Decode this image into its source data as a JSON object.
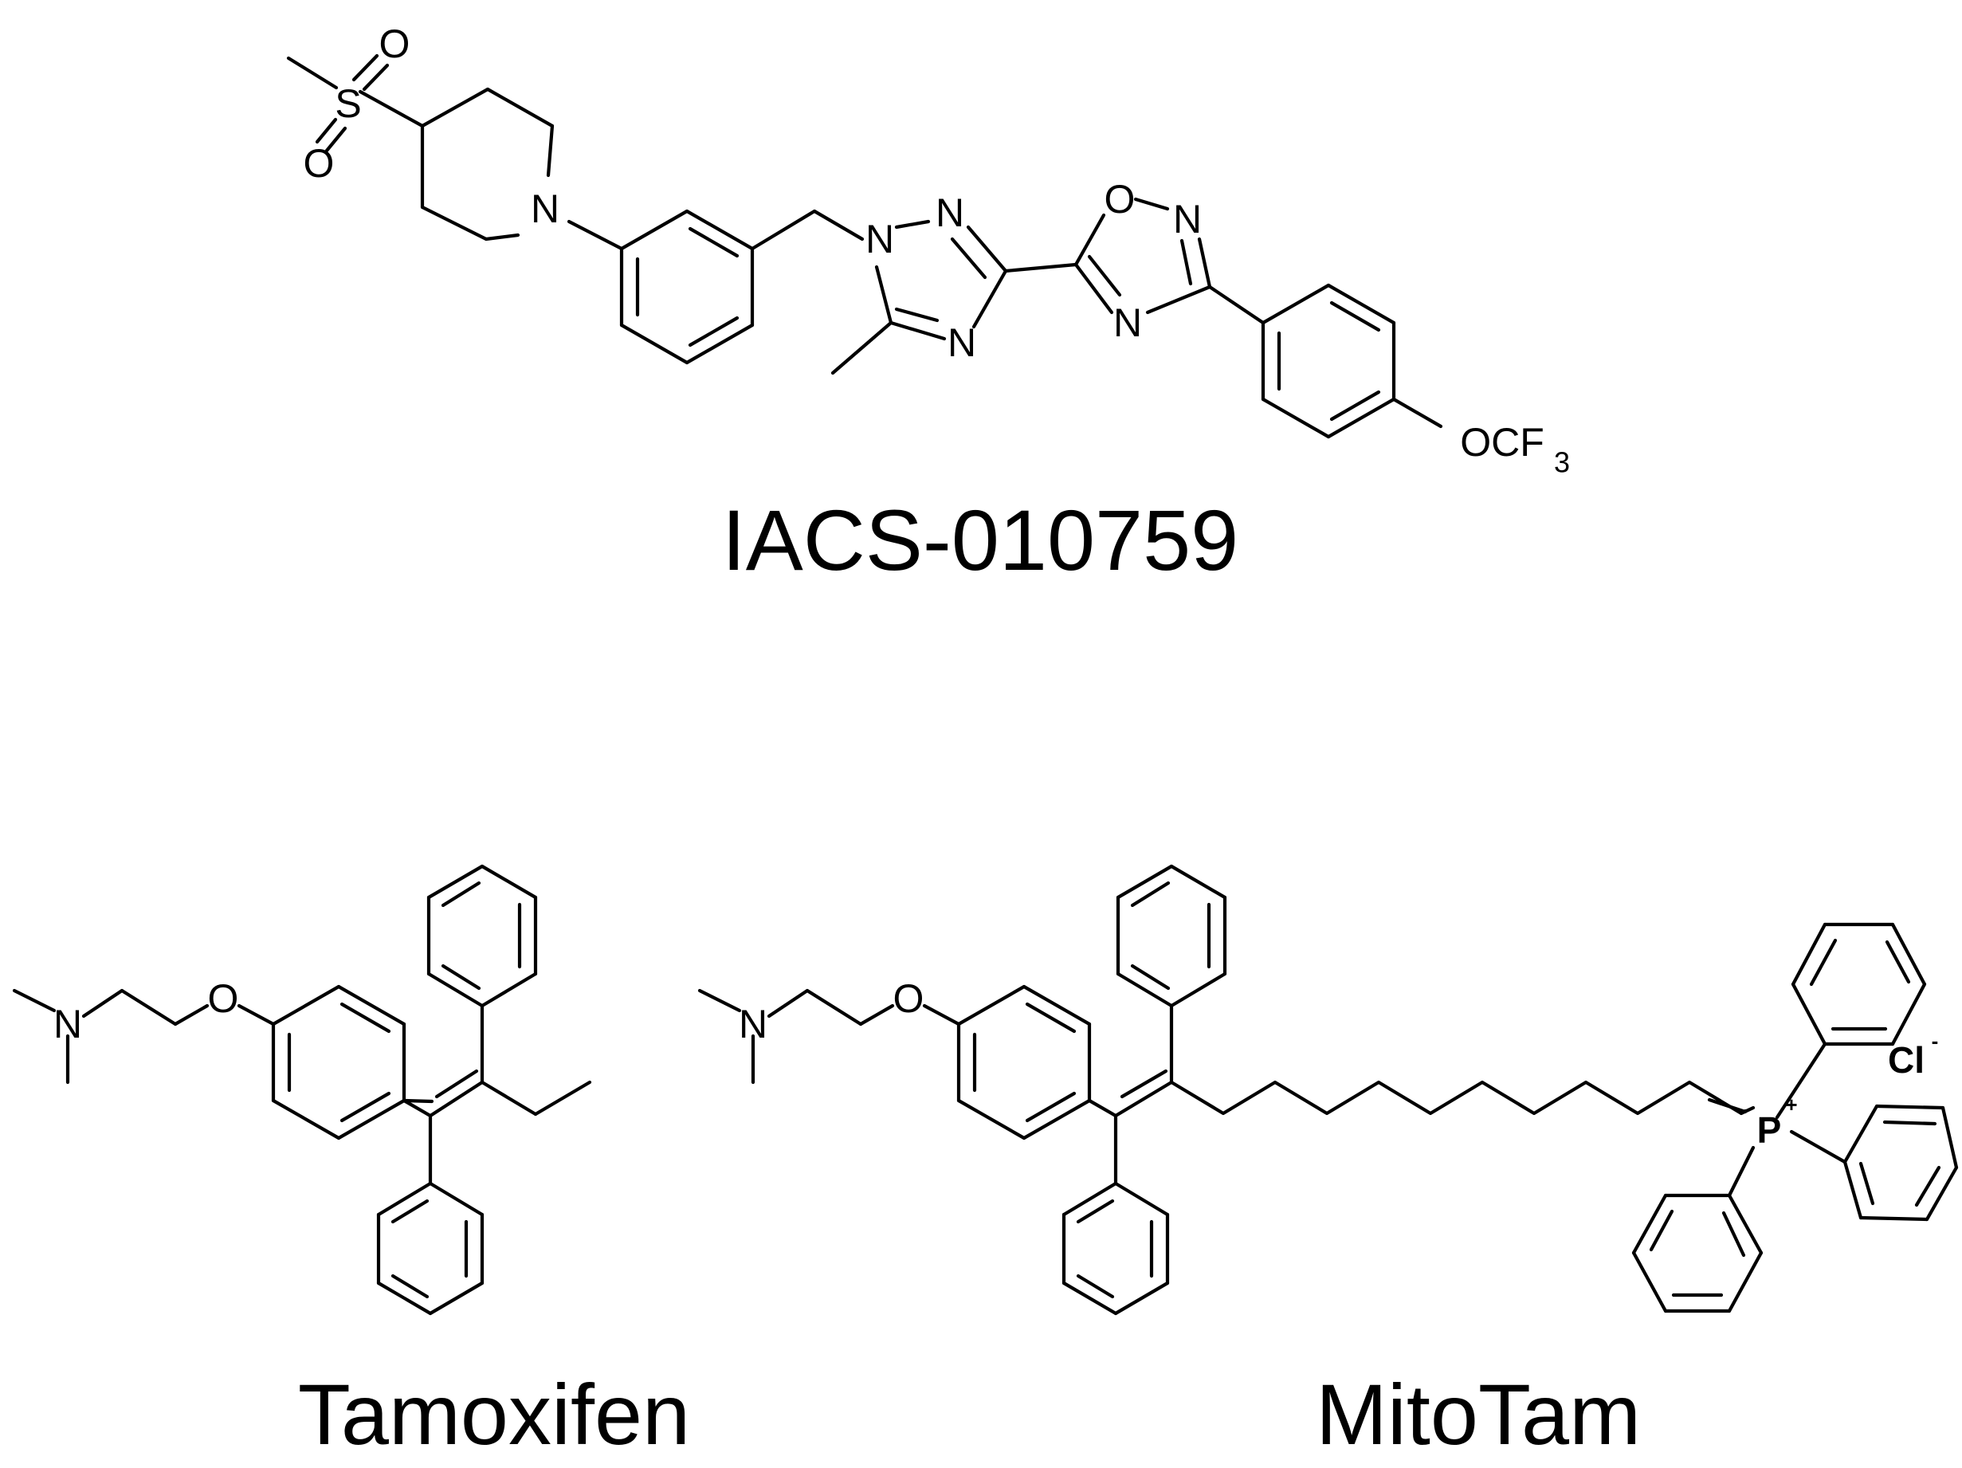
{
  "compounds": [
    {
      "name": "IACS-010759"
    },
    {
      "name": "Tamoxifen"
    },
    {
      "name": "MitoTam"
    }
  ],
  "atoms": {
    "sulfur": "S",
    "oxygen": "O",
    "nitrogen": "N",
    "trifluoromethoxy": "OCF",
    "trifluoromethoxy_subscript": "3",
    "phosphorus": "P",
    "plus": "+",
    "chloride": "Cl",
    "minus": "-"
  },
  "colors": {
    "ink": "#000000",
    "background": "#ffffff"
  }
}
